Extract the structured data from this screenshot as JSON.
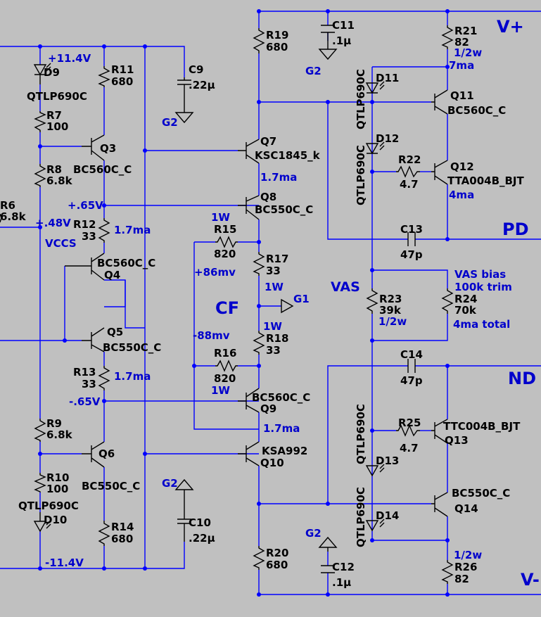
{
  "rails": {
    "vplus": "V+",
    "vminus": "V-",
    "pd": "PD",
    "nd": "ND"
  },
  "sections": {
    "vas": "VAS",
    "cf": "CF",
    "vccs": "VCCS"
  },
  "ground_labels": {
    "g1": "G1",
    "g2": "G2"
  },
  "voltages": {
    "plus_11_4": "+11.4V",
    "minus_11_4": "-11.4V",
    "plus_0_65": "+.65V",
    "minus_0_65": "-.65V",
    "plus_0_48": "+.48V",
    "plus_86mv": "+86mv",
    "minus_88mv": "-88mv"
  },
  "currents": {
    "ma_1_7": "1.7ma",
    "ma_7": "7ma",
    "ma_4": "4ma",
    "w_1": "1W",
    "w_half": "1/2w"
  },
  "vas_notes": {
    "line1": "VAS bias",
    "line2": "100k trim",
    "line3": "4ma total"
  },
  "resistors": {
    "R6": {
      "name": "R6",
      "value": "6.8k"
    },
    "R7": {
      "name": "R7",
      "value": "100"
    },
    "R8": {
      "name": "R8",
      "value": "6.8k"
    },
    "R9": {
      "name": "R9",
      "value": "6.8k"
    },
    "R10": {
      "name": "R10",
      "value": "100"
    },
    "R11": {
      "name": "R11",
      "value": "680"
    },
    "R12": {
      "name": "R12",
      "value": "33"
    },
    "R13": {
      "name": "R13",
      "value": "33"
    },
    "R14": {
      "name": "R14",
      "value": "680"
    },
    "R15": {
      "name": "R15",
      "value": "820"
    },
    "R16": {
      "name": "R16",
      "value": "820"
    },
    "R17": {
      "name": "R17",
      "value": "33"
    },
    "R18": {
      "name": "R18",
      "value": "33"
    },
    "R19": {
      "name": "R19",
      "value": "680"
    },
    "R20": {
      "name": "R20",
      "value": "680"
    },
    "R21": {
      "name": "R21",
      "value": "82"
    },
    "R22": {
      "name": "R22",
      "value": "4.7"
    },
    "R23": {
      "name": "R23",
      "value": "39k"
    },
    "R24": {
      "name": "R24",
      "value": "70k"
    },
    "R25": {
      "name": "R25",
      "value": "4.7"
    },
    "R26": {
      "name": "R26",
      "value": "82"
    }
  },
  "capacitors": {
    "C9": {
      "name": "C9",
      "value": ".22µ"
    },
    "C10": {
      "name": "C10",
      "value": ".22µ"
    },
    "C11": {
      "name": "C11",
      "value": ".1µ"
    },
    "C12": {
      "name": "C12",
      "value": ".1µ"
    },
    "C13": {
      "name": "C13",
      "value": "47p"
    },
    "C14": {
      "name": "C14",
      "value": "47p"
    }
  },
  "transistors": {
    "Q3": {
      "name": "Q3",
      "part": "BC560C_C"
    },
    "Q4": {
      "name": "Q4",
      "part": "BC560C_C"
    },
    "Q5": {
      "name": "Q5",
      "part": "BC550C_C"
    },
    "Q6": {
      "name": "Q6",
      "part": "BC550C_C"
    },
    "Q7": {
      "name": "Q7",
      "part": "KSC1845_k"
    },
    "Q8": {
      "name": "Q8",
      "part": "BC550C_C"
    },
    "Q9": {
      "name": "Q9",
      "part": "BC560C_C"
    },
    "Q10": {
      "name": "Q10",
      "part": "KSA992"
    },
    "Q11": {
      "name": "Q11",
      "part": "BC560C_C"
    },
    "Q12": {
      "name": "Q12",
      "part": "TTA004B_BJT"
    },
    "Q13": {
      "name": "Q13",
      "part": "TTC004B_BJT"
    },
    "Q14": {
      "name": "Q14",
      "part": "BC550C_C"
    }
  },
  "diodes": {
    "D9": {
      "name": "D9",
      "part": "QTLP690C"
    },
    "D10": {
      "name": "D10",
      "part": "QTLP690C"
    },
    "D11": {
      "name": "D11",
      "part": "QTLP690C"
    },
    "D12": {
      "name": "D12",
      "part": "QTLP690C"
    },
    "D13": {
      "name": "D13",
      "part": "QTLP690C"
    },
    "D14": {
      "name": "D14",
      "part": "QTLP690C"
    }
  },
  "colors": {
    "background": "#c0c0c0",
    "wire": "#0000ff",
    "component": "#000000",
    "annotation": "#0000cc"
  }
}
